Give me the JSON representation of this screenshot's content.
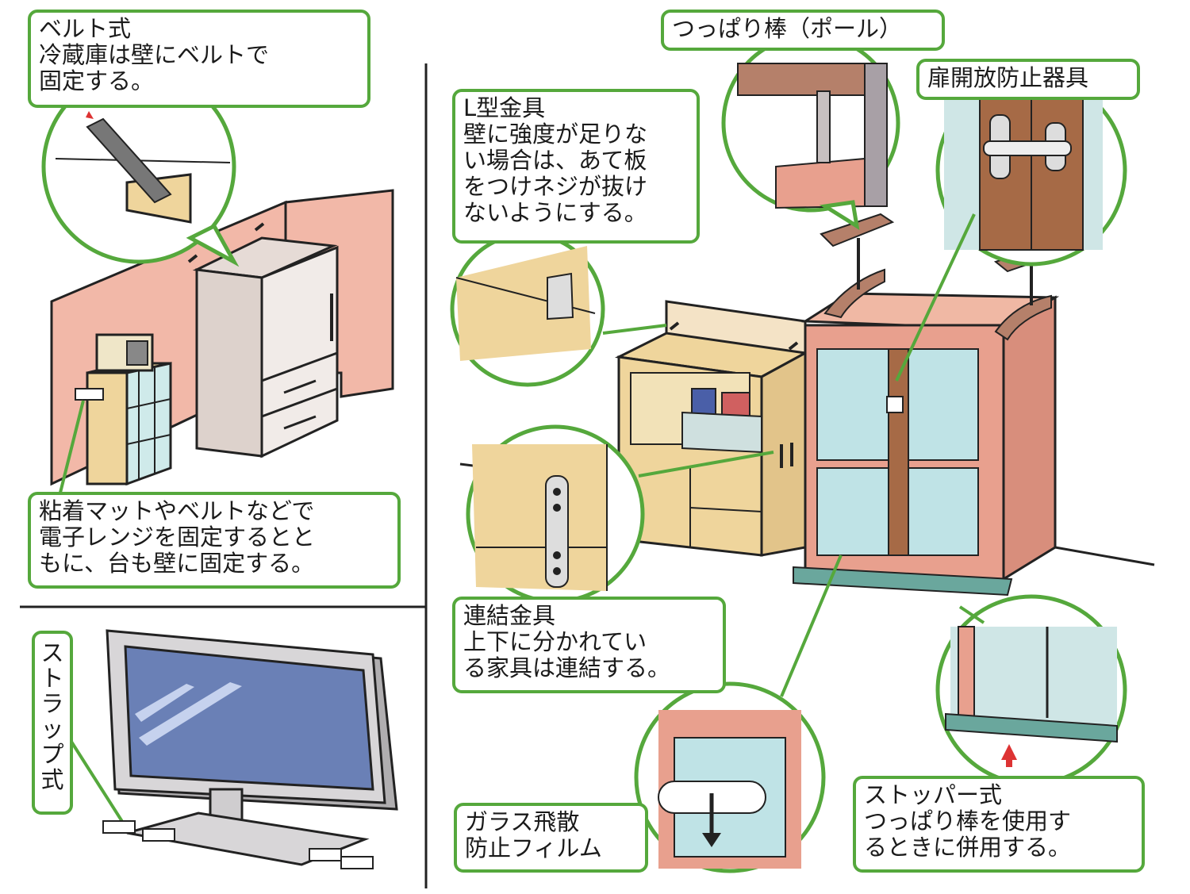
{
  "labels": {
    "belt": [
      "ベルト式",
      "冷蔵庫は壁にベルトで",
      "固定する。"
    ],
    "mat": [
      "粘着マットやベルトなどで",
      "電子レンジを固定するとと",
      "もに、台も壁に固定する。"
    ],
    "strap": "ストラップ式",
    "l_bracket": [
      "L型金具",
      "壁に強度が足りな",
      "い場合は、あて板",
      "をつけネジが抜け",
      "ないようにする。"
    ],
    "pole": "つっぱり棒（ポール）",
    "door_lock": "扉開放防止器具",
    "joint": [
      "連結金具",
      "上下に分かれてい",
      "る家具は連結する。"
    ],
    "glass_film": [
      "ガラス飛散",
      "防止フィルム"
    ],
    "stopper": [
      "ストッパー式",
      "つっぱり棒を使用す",
      "るときに併用する。"
    ]
  },
  "colors": {
    "callout_border": "#55a83c",
    "wall": "#f2b8a8",
    "cabinet": "#e8a08e",
    "wood": "#efd59c",
    "glass": "#bfe3e6",
    "tv_screen": "#6a80b6"
  }
}
